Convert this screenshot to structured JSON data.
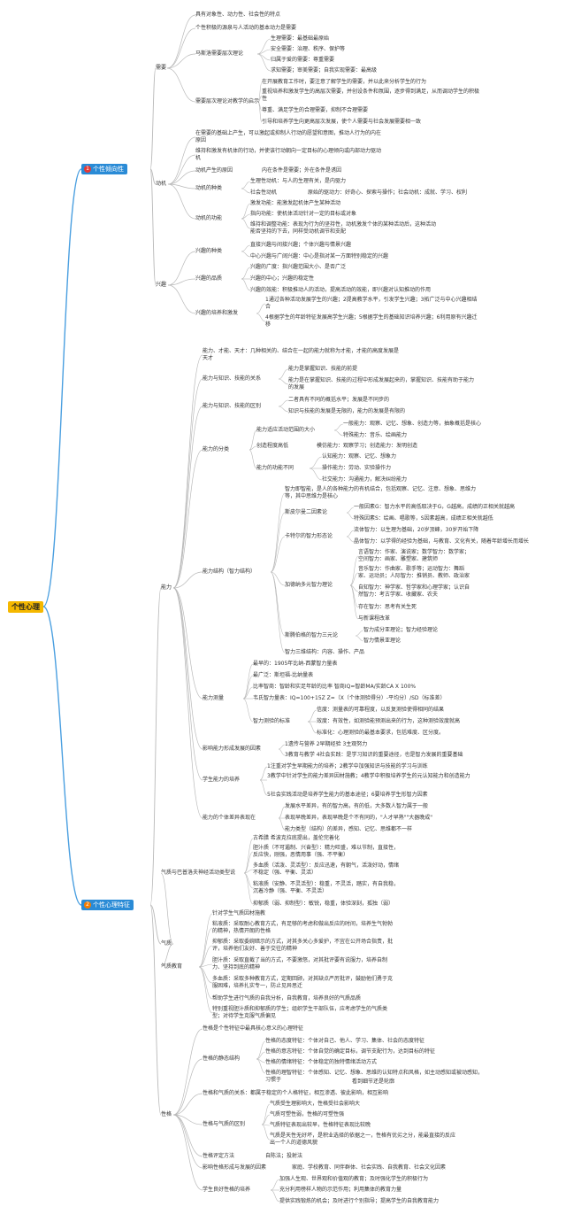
{
  "root": "个性心理",
  "main1": {
    "num": "1",
    "label": "个性倾向性"
  },
  "main2": {
    "num": "2",
    "label": "个性心理特征"
  },
  "need": {
    "label": "需要",
    "d1": "具有对象性、动力性、社会性的特点",
    "d2": "个性积极的源泉与人活动的基本动力是需要",
    "maslow": "马斯洛需要层次理论",
    "m1": "生理需要：最基础最原始",
    "m2": "安全需要：治理、秩序、保护等",
    "m3": "归属于爱的需要：尊重需要",
    "m4": "求知需要；审美需要；自我实现需要：最高级",
    "edu": "需要层次理论对教学的启示",
    "e1": "在开展教育工作时，要注意了解学生的需要，并以此来分析学生的行为",
    "e2": "重视培养和激发学生的高层次需要，并创设条件和氛围，逐步得到满足，从而调动学生的积极性",
    "e3": "尊重、满足学生的合理需要，抑制不合理需要",
    "e4": "引导和培养学生向更高层次发展，使个人需要与社会发展需要相一致"
  },
  "motive": {
    "label": "动机",
    "d1": "在需要的基础上产生，可以激起或抑制人行动的愿望和意图，推动人行为的内在原因",
    "d2": "维持和激发有机体的行动，并使该行动朝向一定目标的心理倾向或内部动力驱动机",
    "cause": "动机产生的原因",
    "cause_v": "内在条件是需要；外在条件是诱因",
    "types": "动机的种类",
    "t1": "生理性动机：与人的生理有关，是内驱力",
    "t2": "社会性动机",
    "t2v": "原始的驱动力：好奇心、探索与操作；社会动机：成就、学习、权利",
    "func": "动机的功能",
    "f1": "激发功能：能激发起机体产生某种活动",
    "f2": "指向功能：使机体活动针对一定的目标或对象",
    "f3": "维持和调整功能：表现为行为的坚持性，动机激发个体的某种活动后，这种活动能否坚持的下去，同样受动机调节和支配"
  },
  "interest": {
    "label": "兴趣",
    "types": "兴趣的种类",
    "t1": "直接兴趣与间接兴趣；个体兴趣与情景兴趣",
    "t2": "中心兴趣与广阔兴趣：中心是指对某一方面特别稳定的兴趣",
    "quality": "兴趣的品质",
    "q1": "兴趣的广度：指兴趣范围大小、是否广泛",
    "q2": "兴趣的中心；兴趣的稳定性",
    "q3": "兴趣的效能：积极推动人的活动，提高活动的效能，即兴趣对认知推动的作用",
    "cultivate": "兴趣的培养和激发",
    "c1": "1通过各种活动发展学生的兴趣；2提高教学水平，引发学生兴趣；3拓广泛与中心兴趣相结合",
    "c2": "4根据学生的年龄特征发展高学生兴趣；5根据学生的基础知识培养兴趣；6利用原有兴趣迁移"
  },
  "ability": {
    "label": "能力",
    "top": "能力、才能、天才：几种相关的、结合在一起的能力就称为才能，才能的高度发展是天才",
    "rel": "能力与知识、技能的关系",
    "rel1": "能力是掌握知识、技能的前提",
    "rel2": "能力是在掌握知识、技能的过程中形成发展起来的，掌握知识、技能有助于能力的发展",
    "diff": "能力与知识、技能的区别",
    "diff1": "二者具有不同的概括水平；发展是不同步的",
    "diff2": "知识与技能的发展是无限的，能力的发展是有限的",
    "class": "能力的分类",
    "c_range": "能力适应活动范围的大小",
    "c_r1": "一般能力：观察、记忆、想象、创造力等，抽象概括是核心",
    "c_r2": "特殊能力：音乐、绘画能力",
    "c_create": "创造程度高低",
    "c_cr": "模仿能力：观察学习；创造能力：发明创造",
    "c_func": "能力的功能不同",
    "c_f1": "认知能力：观察、记忆、想象力",
    "c_f2": "操作能力：劳动、实验操作力",
    "c_f3": "社交能力：沟通能力，解决纠纷能力",
    "struct": "能力结构（智力结构）",
    "s1": "智力即智能，是人的各种能力的有机结合，包括观察、记忆、注意、想象、思维力等，其中思维力是核心",
    "spearman": "斯皮尔曼二因素论",
    "sp1": "一般因素G：智力水平的高低取决于G，G越高，成绩的正相关就越高",
    "sp2": "特殊因素S：绘画、唱歌等，S因素越高，成绩正相关就越低",
    "cattell": "卡特尔的智力形态论",
    "ca1": "流体智力：以生理为基础，20岁顶峰，30岁开始下降",
    "ca2": "晶体智力：以学得的经验为基础，与教育、文化有关，随着年龄增长而增长",
    "gardner": "加德纳多元智力理论",
    "g1": "言语智力：作家、演说家；数学智力：数学家；空间智力：画家、雕塑家、建筑师",
    "g2": "音乐智力：作曲家、歌手等；运动智力：舞蹈家、运动员；人际智力：推销员、教师、政治家",
    "g3": "自知智力：神学家、哲学家和心理学家；认识自然智力：考古学家、收藏家、农夫",
    "g4": "存在智力：思考有关生死",
    "g5": "与新课程改革",
    "sternberg": "斯腾伯格的智力三元论",
    "st1": "智力成分亚理论；智力经验理论",
    "st2": "智力情景亚理论",
    "three": "智力三维结构：内容、操作、产品",
    "measure": "能力测量",
    "me1": "最早的：1905年比纳-西蒙智力量表",
    "me2": "最广泛：斯坦福-比纳量表",
    "me3": "比率智商：智龄和实足年龄的比率  智商IQ=智龄MA/实龄CA X 100%",
    "me4": "韦氏智力量表：IQ=100+15Z  Z=（X（个体测验得分）-平均分）/SD（标准差）",
    "me_std": "智力测验的标准",
    "ms1": "信度：测量表的可靠程度，以反复测验使得相同的结果",
    "ms2": "效度：有效性，如测验能预测出来的行为，这种测验效度就高",
    "ms3": "标准化：心理测验的最基本要求，包括难度、区分度。",
    "influence": "影响能力形成发展的因素",
    "in1": "1遗传与营养  2早期经验  3主观努力",
    "in2": "3教育与教学  4社会实践：是学习知识的重要途径，也是智力发展的重要基础",
    "train": "学生能力的培养",
    "tr1": "1注重对学生早期能力的培养；2教学中加强知识与技能的学习与训练",
    "tr2": "3教学中针对学生的能力差异因材施教；4教学中积极培养学生的元认知能力和创造能力",
    "tr3": "5社会实践活动是培养学生能力的基本途径；6要培养学生形智力因素",
    "indiv": "能力的个体差异表现在",
    "id1": "发展水平差异，有的智力高，有的低，大多数人智力属于一般",
    "id2": "表现早晚差异，表现早晚是个不有同的，\"人才早熟\"\"大器晚成\"",
    "id3": "能力类型（结构）的差异，感知、记忆、思维都不一样"
  },
  "temper": {
    "label": "气质",
    "types": "气质与巴普洛夫神经活动类型说",
    "tp0": "古希腊 希波克拉底提出，盖伦完善化",
    "tp1": "胆汁质（不可遏制、兴奋型）：精力旺盛，难以节制，直接性，反应快，刚强，恶情用事（强、不平衡）",
    "tp2": "多血质（活泼、灵活型）：反应迅速，有朝气，活泼好动，情绪不稳定（强、平衡、灵活）",
    "tp3": "粘液质（安静、不灵活型）：稳重，不灵活，踏实，有自我稳，沉着冷静（强、平衡、不灵活）",
    "tp4": "抑郁质（弱、抑制型）：敏锐，稳重，体验深刻，孤独（弱）",
    "edu": "气质教育",
    "e0": "针对学生气质因材施教",
    "e1": "粘液质：采取耐心教育方式，有足够的考虑和做出反应的时间，培养生气勃勃的精神，热情开朗的性格",
    "e2": "抑郁质：采取委婉暗示的方式，对其多关心多爱护，不宜在公开场合指责，批评，培养他们友好、善于交往的精神",
    "e3": "胆汁质：采取直截了当的方式，不要激怒，对其批评要有说服力，培养自制力、坚持到底的精神",
    "e4": "多血质：采取多种教育方式，定期回顾，对其缺点严厉批评，鼓励他们勇于克服困难，培养扎实专一，防止见异思迁",
    "e5": "帮助学生进行气质的自我分析，自我教育，培养良好的气质品质",
    "e6": "特别重视胆汁质和抑郁质的学生；组织学生干部队伍，应考虑学生的气质类型；对待学生克服气质偏见"
  },
  "character": {
    "label": "性格",
    "c0": "性格是个性特征中最具核心意义的心理特征",
    "struct": "性格的静态结构",
    "s1": "性格的态度特征：个体对自己、他人、学习、集体、社会的态度特征",
    "s2": "性格的意志特征：个体自觉的确定目标，调节支配行为，达到目标的特征",
    "s3": "性格的情绪特征：个体稳定的独特情绪活动方式",
    "s4": "性格的理智特征：个体感知、记忆、想象、思维的认知特点和风格，如主动感知或被动感知，习惯于",
    "s4b": "看到细节还是轮廓",
    "relation": "性格和气质的关系：都属于稳定的个人格特征，相互渗透、彼此影响，相互影响",
    "diff": "性格与气质的区别",
    "d1": "气质受生理影响大，性格受社会影响大",
    "d2": "气质可塑性弱，性格的可塑性强",
    "d3": "气质特征表现出较早，性格特征表现比较晚",
    "d4": "气质是天性无好坏，是积业选择的依据之一，性格有优劣之分，能最直接的反应出一个人的道德风貌",
    "assess": "性格评定方法",
    "assess_v": "自陈法；投射法",
    "factor": "影响性格形成与发展的因素",
    "factor_v": "家庭、学校教育、同伴群体、社会实践、自我教育、社会文化因素",
    "develop": "学生良好性格的培养",
    "dv1": "加强人生观、世界观和价值观的教育；及时强化学生的积极行为",
    "dv2": "充分利用榜样人物的示范作用；利用集体的教育力量",
    "dv3": "提供实践锻炼的机会；及时进行个别指导；提高学生的自我教育能力"
  }
}
